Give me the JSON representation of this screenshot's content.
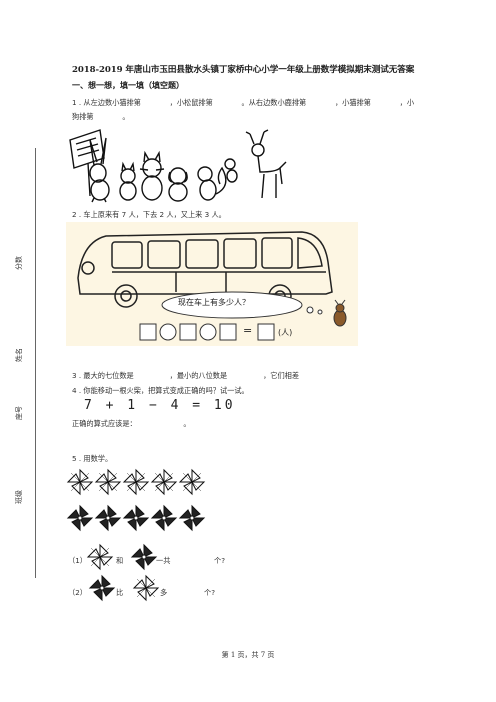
{
  "title": "2018-2019 年唐山市玉田县散水头镇丁家桥中心小学一年级上册数学模拟期末测试无答案",
  "section_heading": "一、想一想，填一填（填空题）",
  "side_labels": {
    "score": "分数",
    "name": "姓名",
    "seat": "座号",
    "class": "班级"
  },
  "questions": {
    "q1_line1": "1 . 从左边数小猫排第　　　　，小松鼠排第　　　　。从右边数小鹿排第　　　　，小猫排第　　　　，小",
    "q1_line2": "狗排第　　　　。",
    "q2": "2 . 车上原来有 7 人，下去 2 人，又上来 3 人。",
    "q2_bubble": "现在车上有多少人？",
    "q2_unit": "(人)",
    "q2_equals": "=",
    "q3": "3 . 最大的七位数是　　　　　，最小的八位数是　　　　　，它们相差",
    "q4": "4 . 你能移动一根火柴，把算式变成正确的吗？试一试。",
    "q4_equation": "7 + 1 − 4 = 10",
    "q4_answer": "正确的算式应该是：　　　　　　　。",
    "q5": "5 . 用数学。",
    "q5_sub1_prefix": "（1）",
    "q5_sub1_and": "和",
    "q5_sub1_total": "一共",
    "q5_sub1_end": "个?",
    "q5_sub2_prefix": "（2）",
    "q5_sub2_compare": "比",
    "q5_sub2_more": "多",
    "q5_sub2_end": "个?"
  },
  "footer": "第 1 页，共 7 页",
  "icons": [
    "rabbit-drawing",
    "cat-drawing",
    "squirrel-drawing",
    "deer-drawing",
    "bus-drawing",
    "pinwheel-icon"
  ]
}
